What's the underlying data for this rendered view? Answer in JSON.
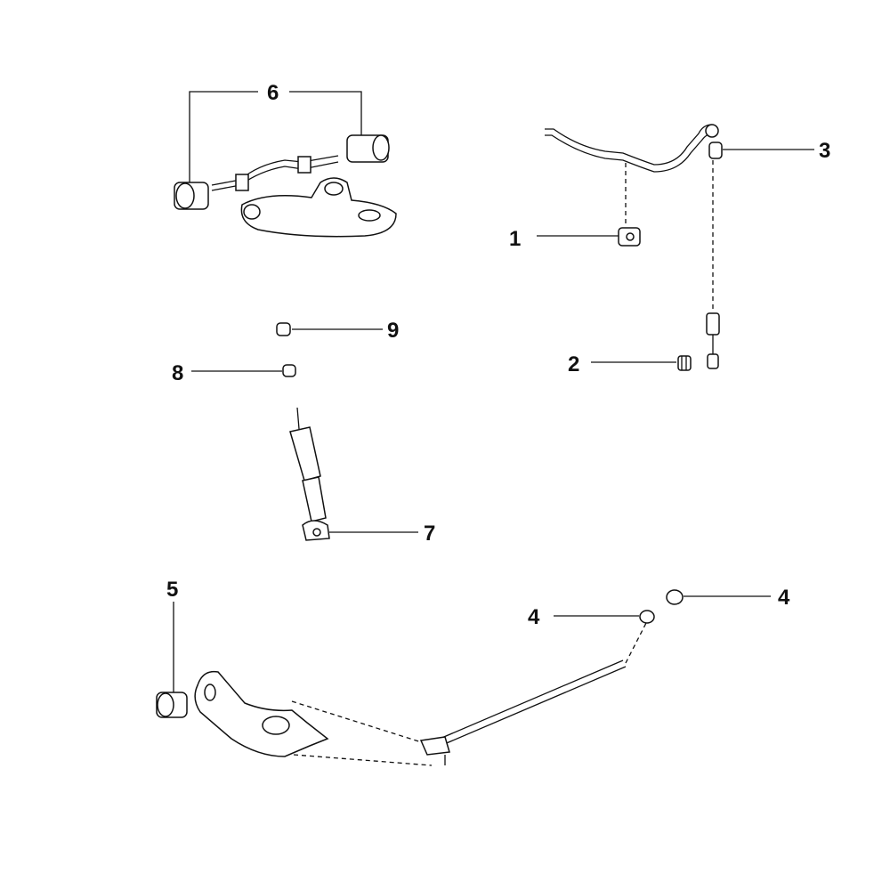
{
  "diagram": {
    "callouts": [
      {
        "id": "upper-arm-bushings",
        "label": "6"
      },
      {
        "id": "stabilizer-bushing-upper",
        "label": "3"
      },
      {
        "id": "stabilizer-bar-bushing",
        "label": "1"
      },
      {
        "id": "bump-stopper-9",
        "label": "9"
      },
      {
        "id": "stabilizer-link-bushing",
        "label": "2"
      },
      {
        "id": "bump-stopper-8",
        "label": "8"
      },
      {
        "id": "shock-absorber",
        "label": "7"
      },
      {
        "id": "lower-arm-bushing",
        "label": "5"
      },
      {
        "id": "strut-rod-bushing-left",
        "label": "4"
      },
      {
        "id": "strut-rod-bushing-right",
        "label": "4"
      }
    ]
  }
}
